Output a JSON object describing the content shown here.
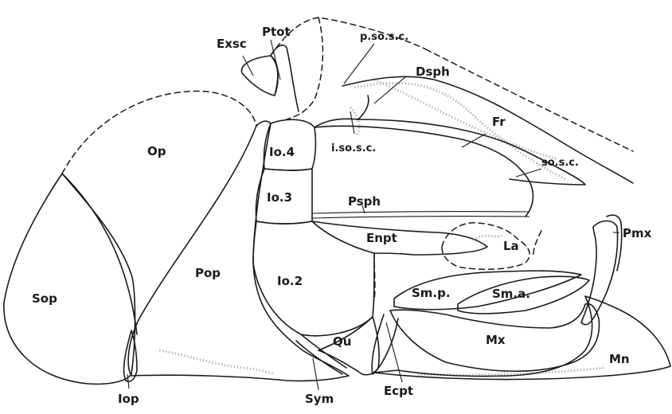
{
  "labels": {
    "ptot": "Ptot",
    "exsc": "Exsc",
    "pso_sc": "p.so.s.c.",
    "dsph": "Dsph",
    "fr": "Fr",
    "so_sc": "so.s.c.",
    "op": "Op",
    "io4": "Io.4",
    "iso_sc": "i.so.s.c.",
    "io3": "Io.3",
    "psph": "Psph",
    "enpt": "Enpt",
    "la": "La",
    "pmx": "Pmx",
    "pop": "Pop",
    "io2": "Io.2",
    "smp": "Sm.p.",
    "sma": "Sm.a.",
    "sop": "Sop",
    "qu": "Qu",
    "mx": "Mx",
    "mn": "Mn",
    "iop": "Iop",
    "sym": "Sym",
    "ecpt": "Ecpt"
  }
}
